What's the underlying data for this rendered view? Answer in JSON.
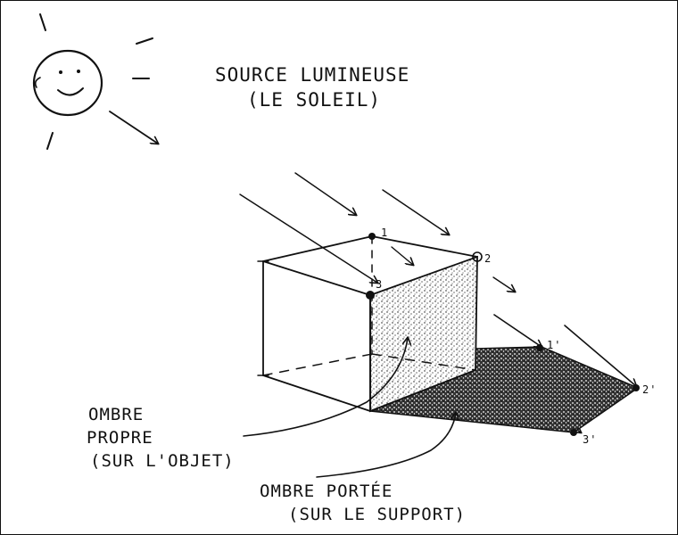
{
  "source_label": {
    "line1": "SOURCE LUMINEUSE",
    "line2": "(LE SOLEIL)"
  },
  "own_shadow_label": {
    "line1": "OMBRE",
    "line2": "PROPRE",
    "line3": "(SUR L'OBJET)"
  },
  "cast_shadow_label": {
    "line1": "OMBRE PORTÉE",
    "line2": "(SUR LE SUPPORT)"
  },
  "points": {
    "p1": "1",
    "p2": "2",
    "p3": "3",
    "p1_shadow": "1'",
    "p2_shadow": "2'",
    "p3_shadow": "3'"
  },
  "colors": {
    "ink": "#111111",
    "paper": "#ffffff"
  }
}
